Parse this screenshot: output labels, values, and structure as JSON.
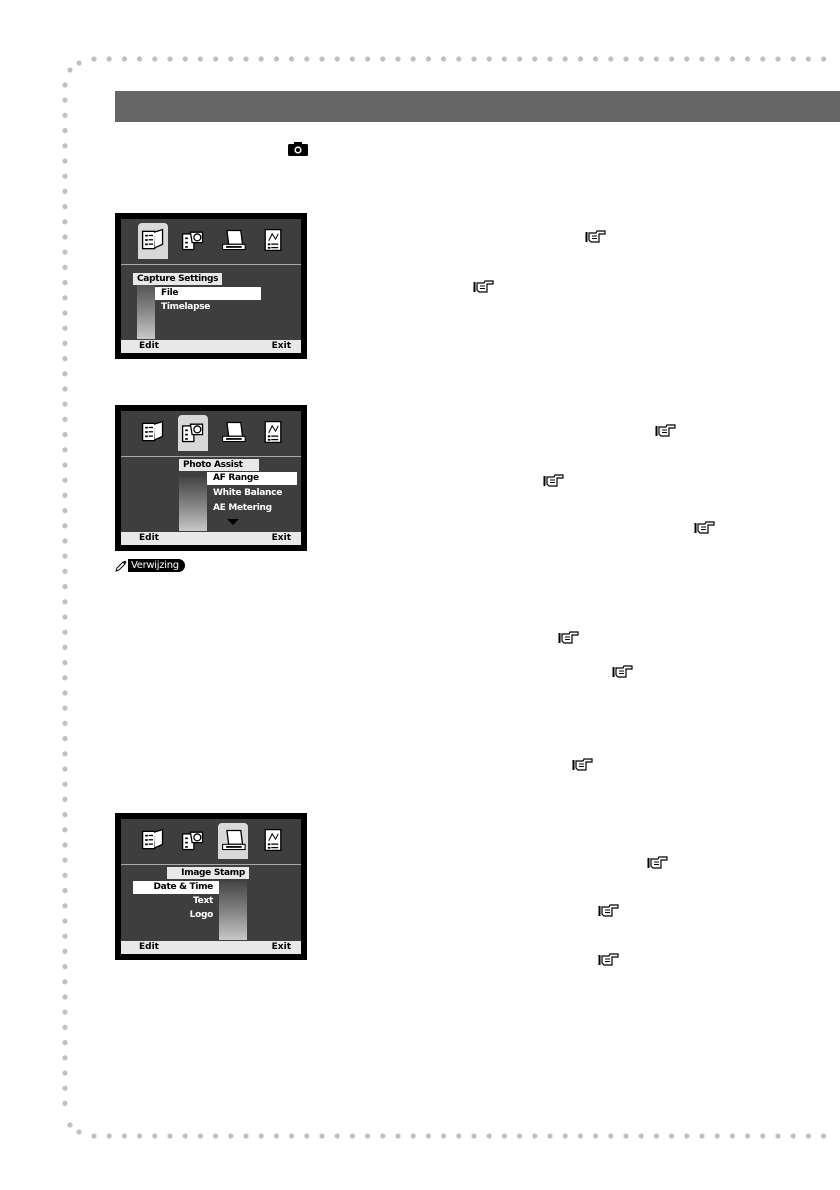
{
  "note": {
    "label": "Verwijzing"
  },
  "screens": [
    {
      "menu_title": "Capture Settings",
      "items": [
        "File",
        "Timelapse"
      ],
      "edit_label": "Edit",
      "exit_label": "Exit"
    },
    {
      "menu_title": "Photo Assist",
      "items": [
        "AF Range",
        "White Balance",
        "AE Metering"
      ],
      "edit_label": "Edit",
      "exit_label": "Exit"
    },
    {
      "menu_title": "Image Stamp",
      "items": [
        "Date & Time",
        "Text",
        "Logo"
      ],
      "edit_label": "Edit",
      "exit_label": "Exit"
    }
  ],
  "icons": {
    "camera": "camera-icon",
    "reference": "pointing-hand-icon",
    "note": "pencil-icon"
  },
  "colors": {
    "header_bar": "#666666",
    "lcd_bg": "#3e3e3e",
    "dots": "#c0c0c0"
  }
}
